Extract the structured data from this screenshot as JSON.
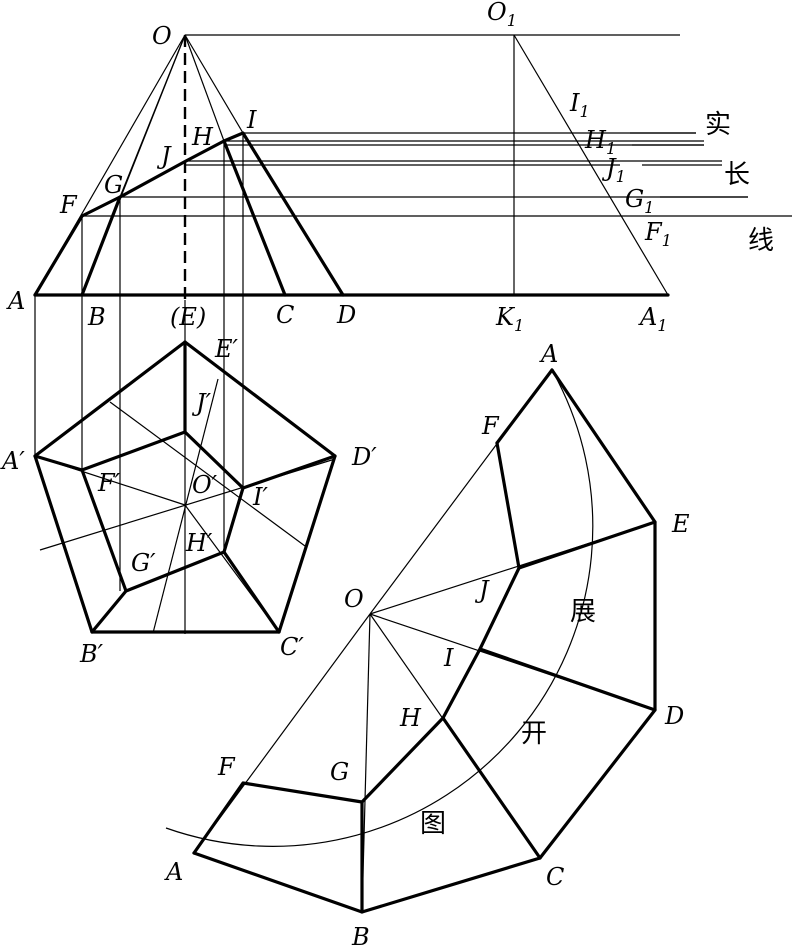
{
  "front_view": {
    "labels": {
      "O": "O",
      "A": "A",
      "B": "B",
      "C": "C",
      "D": "D",
      "E": "(E)",
      "F": "F",
      "G": "G",
      "H": "H",
      "I": "I",
      "J": "J"
    }
  },
  "true_length": {
    "labels": {
      "O1": "O",
      "K1": "K",
      "A1": "A",
      "I1": "I",
      "H1": "H",
      "J1": "J",
      "G1": "G",
      "F1": "F",
      "subscript": "1"
    },
    "caption": [
      "实",
      "长",
      "线"
    ]
  },
  "top_view": {
    "labels": {
      "A": "A′",
      "B": "B′",
      "C": "C′",
      "D": "D′",
      "E": "E′",
      "F": "F′",
      "G": "G′",
      "H": "H′",
      "I": "I′",
      "J": "J′",
      "O": "O′"
    }
  },
  "development": {
    "labels": {
      "O": "O",
      "A": "A",
      "B": "B",
      "C": "C",
      "D": "D",
      "E": "E",
      "F": "F",
      "G": "G",
      "H": "H",
      "I": "I",
      "J": "J",
      "A_end": "A",
      "F_end": "F"
    },
    "caption": [
      "展",
      "开",
      "图"
    ]
  }
}
